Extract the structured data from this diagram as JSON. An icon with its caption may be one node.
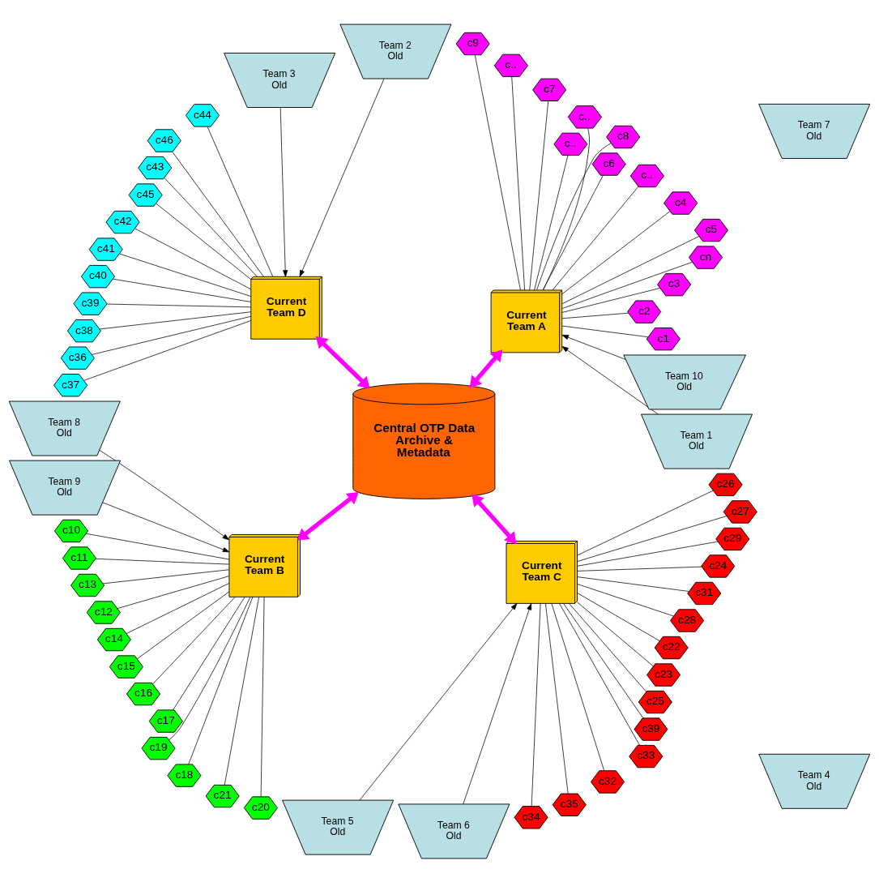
{
  "diagram": {
    "nodes": [
      {
        "text": [
          "Current Team A"
        ]
      },
      {
        "text": [
          "Current Team D"
        ]
      },
      {
        "text": [
          "Central OTP Data Archive & Metadata"
        ]
      },
      {
        "text": [
          "Current Team B"
        ]
      },
      {
        "text": [
          "Current Team C"
        ]
      },
      {
        "text": [
          "Team 1 Old"
        ]
      },
      {
        "text": [
          "Team 2 Old"
        ]
      },
      {
        "text": [
          "Team 3 Old"
        ]
      },
      {
        "text": [
          "Team 4 Old"
        ]
      },
      {
        "text": [
          "Team 5 Old"
        ]
      },
      {
        "text": [
          "Team 6 Old"
        ]
      },
      {
        "text": [
          "Team 7 Old"
        ]
      },
      {
        "text": [
          "Team 8 Old"
        ]
      },
      {
        "text": [
          "Team 9 Old"
        ]
      },
      {
        "text": [
          "Team 10 Old"
        ]
      },
      {
        "text": [
          "c1"
        ]
      },
      {
        "text": [
          "c2"
        ]
      },
      {
        "text": [
          "c3"
        ]
      },
      {
        "text": [
          "cn"
        ]
      },
      {
        "text": [
          "c5"
        ]
      },
      {
        "text": [
          "c4"
        ]
      },
      {
        "text": [
          "c.."
        ]
      },
      {
        "text": [
          "c6"
        ]
      },
      {
        "text": [
          "c.."
        ]
      },
      {
        "text": [
          "c8"
        ]
      },
      {
        "text": [
          "c.."
        ]
      },
      {
        "text": [
          "c7"
        ]
      },
      {
        "text": [
          "c.."
        ]
      },
      {
        "text": [
          "c9"
        ]
      },
      {
        "text": [
          "c10"
        ]
      },
      {
        "text": [
          "c11"
        ]
      },
      {
        "text": [
          "c13"
        ]
      },
      {
        "text": [
          "c12"
        ]
      },
      {
        "text": [
          "c14"
        ]
      },
      {
        "text": [
          "c15"
        ]
      },
      {
        "text": [
          "c16"
        ]
      },
      {
        "text": [
          "c17"
        ]
      },
      {
        "text": [
          "c19"
        ]
      },
      {
        "text": [
          "c18"
        ]
      },
      {
        "text": [
          "c21"
        ]
      },
      {
        "text": [
          "c20"
        ]
      },
      {
        "text": [
          "c34"
        ]
      },
      {
        "text": [
          "c35"
        ]
      },
      {
        "text": [
          "c32"
        ]
      },
      {
        "text": [
          "c33"
        ]
      },
      {
        "text": [
          "c39"
        ]
      },
      {
        "text": [
          "c25"
        ]
      },
      {
        "text": [
          "c23"
        ]
      },
      {
        "text": [
          "c22"
        ]
      },
      {
        "text": [
          "c28"
        ]
      },
      {
        "text": [
          "c31"
        ]
      },
      {
        "text": [
          "c24"
        ]
      },
      {
        "text": [
          "c29"
        ]
      },
      {
        "text": [
          "c27"
        ]
      },
      {
        "text": [
          "c26"
        ]
      },
      {
        "text": [
          "c44"
        ]
      },
      {
        "text": [
          "c46"
        ]
      },
      {
        "text": [
          "c43"
        ]
      },
      {
        "text": [
          "c45"
        ]
      },
      {
        "text": [
          "c42"
        ]
      },
      {
        "text": [
          "c41"
        ]
      },
      {
        "text": [
          "c40"
        ]
      },
      {
        "text": [
          "c39"
        ]
      },
      {
        "text": [
          "c38"
        ]
      },
      {
        "text": [
          "c36"
        ]
      },
      {
        "text": [
          "c37"
        ]
      }
    ],
    "edges": [
      {
        "from": 0,
        "to": 2,
        "arrow": "both",
        "style": "thick",
        "color": "#ff00ff"
      },
      {
        "from": 1,
        "to": 2,
        "arrow": "both",
        "style": "thick",
        "color": "#ff00ff"
      },
      {
        "from": 3,
        "to": 2,
        "arrow": "both",
        "style": "thick",
        "color": "#ff00ff"
      },
      {
        "from": 4,
        "to": 2,
        "arrow": "both",
        "style": "thick",
        "color": "#ff00ff"
      },
      {
        "from": 5,
        "to": 0,
        "arrow": "to"
      },
      {
        "from": 14,
        "to": 0,
        "arrow": "to"
      },
      {
        "from": 6,
        "to": 1,
        "arrow": "to"
      },
      {
        "from": 7,
        "to": 1,
        "arrow": "to"
      },
      {
        "from": 13,
        "to": 3,
        "arrow": "to"
      },
      {
        "from": 12,
        "to": 3,
        "arrow": "to"
      },
      {
        "from": 9,
        "to": 4,
        "arrow": "to"
      },
      {
        "from": 10,
        "to": 4,
        "arrow": "to"
      },
      {
        "from": 15,
        "to": 0,
        "arrow": "none"
      },
      {
        "from": 16,
        "to": 0,
        "arrow": "none"
      },
      {
        "from": 17,
        "to": 0,
        "arrow": "none"
      },
      {
        "from": 18,
        "to": 0,
        "arrow": "none"
      },
      {
        "from": 19,
        "to": 0,
        "arrow": "none"
      },
      {
        "from": 20,
        "to": 0,
        "arrow": "none"
      },
      {
        "from": 21,
        "to": 0,
        "arrow": "none"
      },
      {
        "from": 22,
        "to": 0,
        "arrow": "none"
      },
      {
        "from": 23,
        "to": 0,
        "arrow": "none"
      },
      {
        "from": 24,
        "to": 0,
        "arrow": "none"
      },
      {
        "from": 25,
        "to": 0,
        "arrow": "none"
      },
      {
        "from": 26,
        "to": 0,
        "arrow": "none"
      },
      {
        "from": 27,
        "to": 0,
        "arrow": "none"
      },
      {
        "from": 28,
        "to": 0,
        "arrow": "none"
      },
      {
        "from": 29,
        "to": 3,
        "arrow": "none"
      },
      {
        "from": 30,
        "to": 3,
        "arrow": "none"
      },
      {
        "from": 31,
        "to": 3,
        "arrow": "none"
      },
      {
        "from": 32,
        "to": 3,
        "arrow": "none"
      },
      {
        "from": 33,
        "to": 3,
        "arrow": "none"
      },
      {
        "from": 34,
        "to": 3,
        "arrow": "none"
      },
      {
        "from": 35,
        "to": 3,
        "arrow": "none"
      },
      {
        "from": 36,
        "to": 3,
        "arrow": "none"
      },
      {
        "from": 37,
        "to": 3,
        "arrow": "none"
      },
      {
        "from": 38,
        "to": 3,
        "arrow": "none"
      },
      {
        "from": 39,
        "to": 3,
        "arrow": "none"
      },
      {
        "from": 40,
        "to": 3,
        "arrow": "none"
      },
      {
        "from": 41,
        "to": 4,
        "arrow": "none"
      },
      {
        "from": 42,
        "to": 4,
        "arrow": "none"
      },
      {
        "from": 43,
        "to": 4,
        "arrow": "none"
      },
      {
        "from": 44,
        "to": 4,
        "arrow": "none"
      },
      {
        "from": 45,
        "to": 4,
        "arrow": "none"
      },
      {
        "from": 46,
        "to": 4,
        "arrow": "none"
      },
      {
        "from": 47,
        "to": 4,
        "arrow": "none"
      },
      {
        "from": 48,
        "to": 4,
        "arrow": "none"
      },
      {
        "from": 49,
        "to": 4,
        "arrow": "none"
      },
      {
        "from": 50,
        "to": 4,
        "arrow": "none"
      },
      {
        "from": 51,
        "to": 4,
        "arrow": "none"
      },
      {
        "from": 52,
        "to": 4,
        "arrow": "none"
      },
      {
        "from": 53,
        "to": 4,
        "arrow": "none"
      },
      {
        "from": 54,
        "to": 4,
        "arrow": "none"
      },
      {
        "from": 55,
        "to": 1,
        "arrow": "none"
      },
      {
        "from": 56,
        "to": 1,
        "arrow": "none"
      },
      {
        "from": 57,
        "to": 1,
        "arrow": "none"
      },
      {
        "from": 58,
        "to": 1,
        "arrow": "none"
      },
      {
        "from": 59,
        "to": 1,
        "arrow": "none"
      },
      {
        "from": 60,
        "to": 1,
        "arrow": "none"
      },
      {
        "from": 61,
        "to": 1,
        "arrow": "none"
      },
      {
        "from": 62,
        "to": 1,
        "arrow": "none"
      },
      {
        "from": 63,
        "to": 1,
        "arrow": "none"
      },
      {
        "from": 64,
        "to": 1,
        "arrow": "none"
      },
      {
        "from": 65,
        "to": 1,
        "arrow": "none"
      }
    ]
  }
}
